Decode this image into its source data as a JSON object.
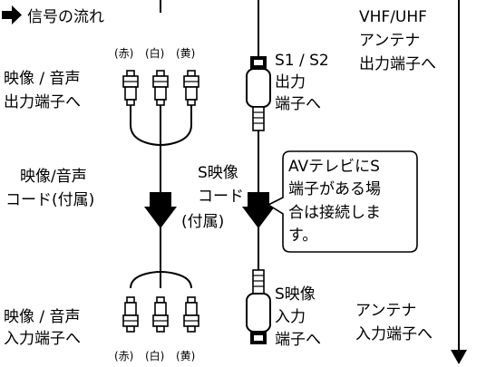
{
  "legend": {
    "arrow_icon": "right-arrow-icon",
    "label": "信号の流れ"
  },
  "rca_colors": {
    "red": "(赤)",
    "white": "(白)",
    "yellow": "(黄)"
  },
  "left": {
    "output_label_1": "映像 / 音声",
    "output_label_2": "出力端子へ",
    "cable_label_1": "映像/音声",
    "cable_label_2": "コード(付属)",
    "input_label_1": "映像 / 音声",
    "input_label_2": "入力端子へ"
  },
  "middle": {
    "output_label_1": "S1 / S2",
    "output_label_2": "出力",
    "output_label_3": "端子へ",
    "cable_label_1": "S映像",
    "cable_label_2": "コード",
    "cable_label_3": "(付属)",
    "note_1": "AVテレビにS",
    "note_2": "端子がある場",
    "note_3": "合は接続しま",
    "note_4": "す。",
    "input_label_1": "S映像",
    "input_label_2": "入力",
    "input_label_3": "端子へ"
  },
  "right": {
    "top_label_1": "VHF/UHF",
    "top_label_2": "アンテナ",
    "top_label_3": "出力端子へ",
    "bottom_label_1": "アンテナ",
    "bottom_label_2": "入力端子へ"
  }
}
